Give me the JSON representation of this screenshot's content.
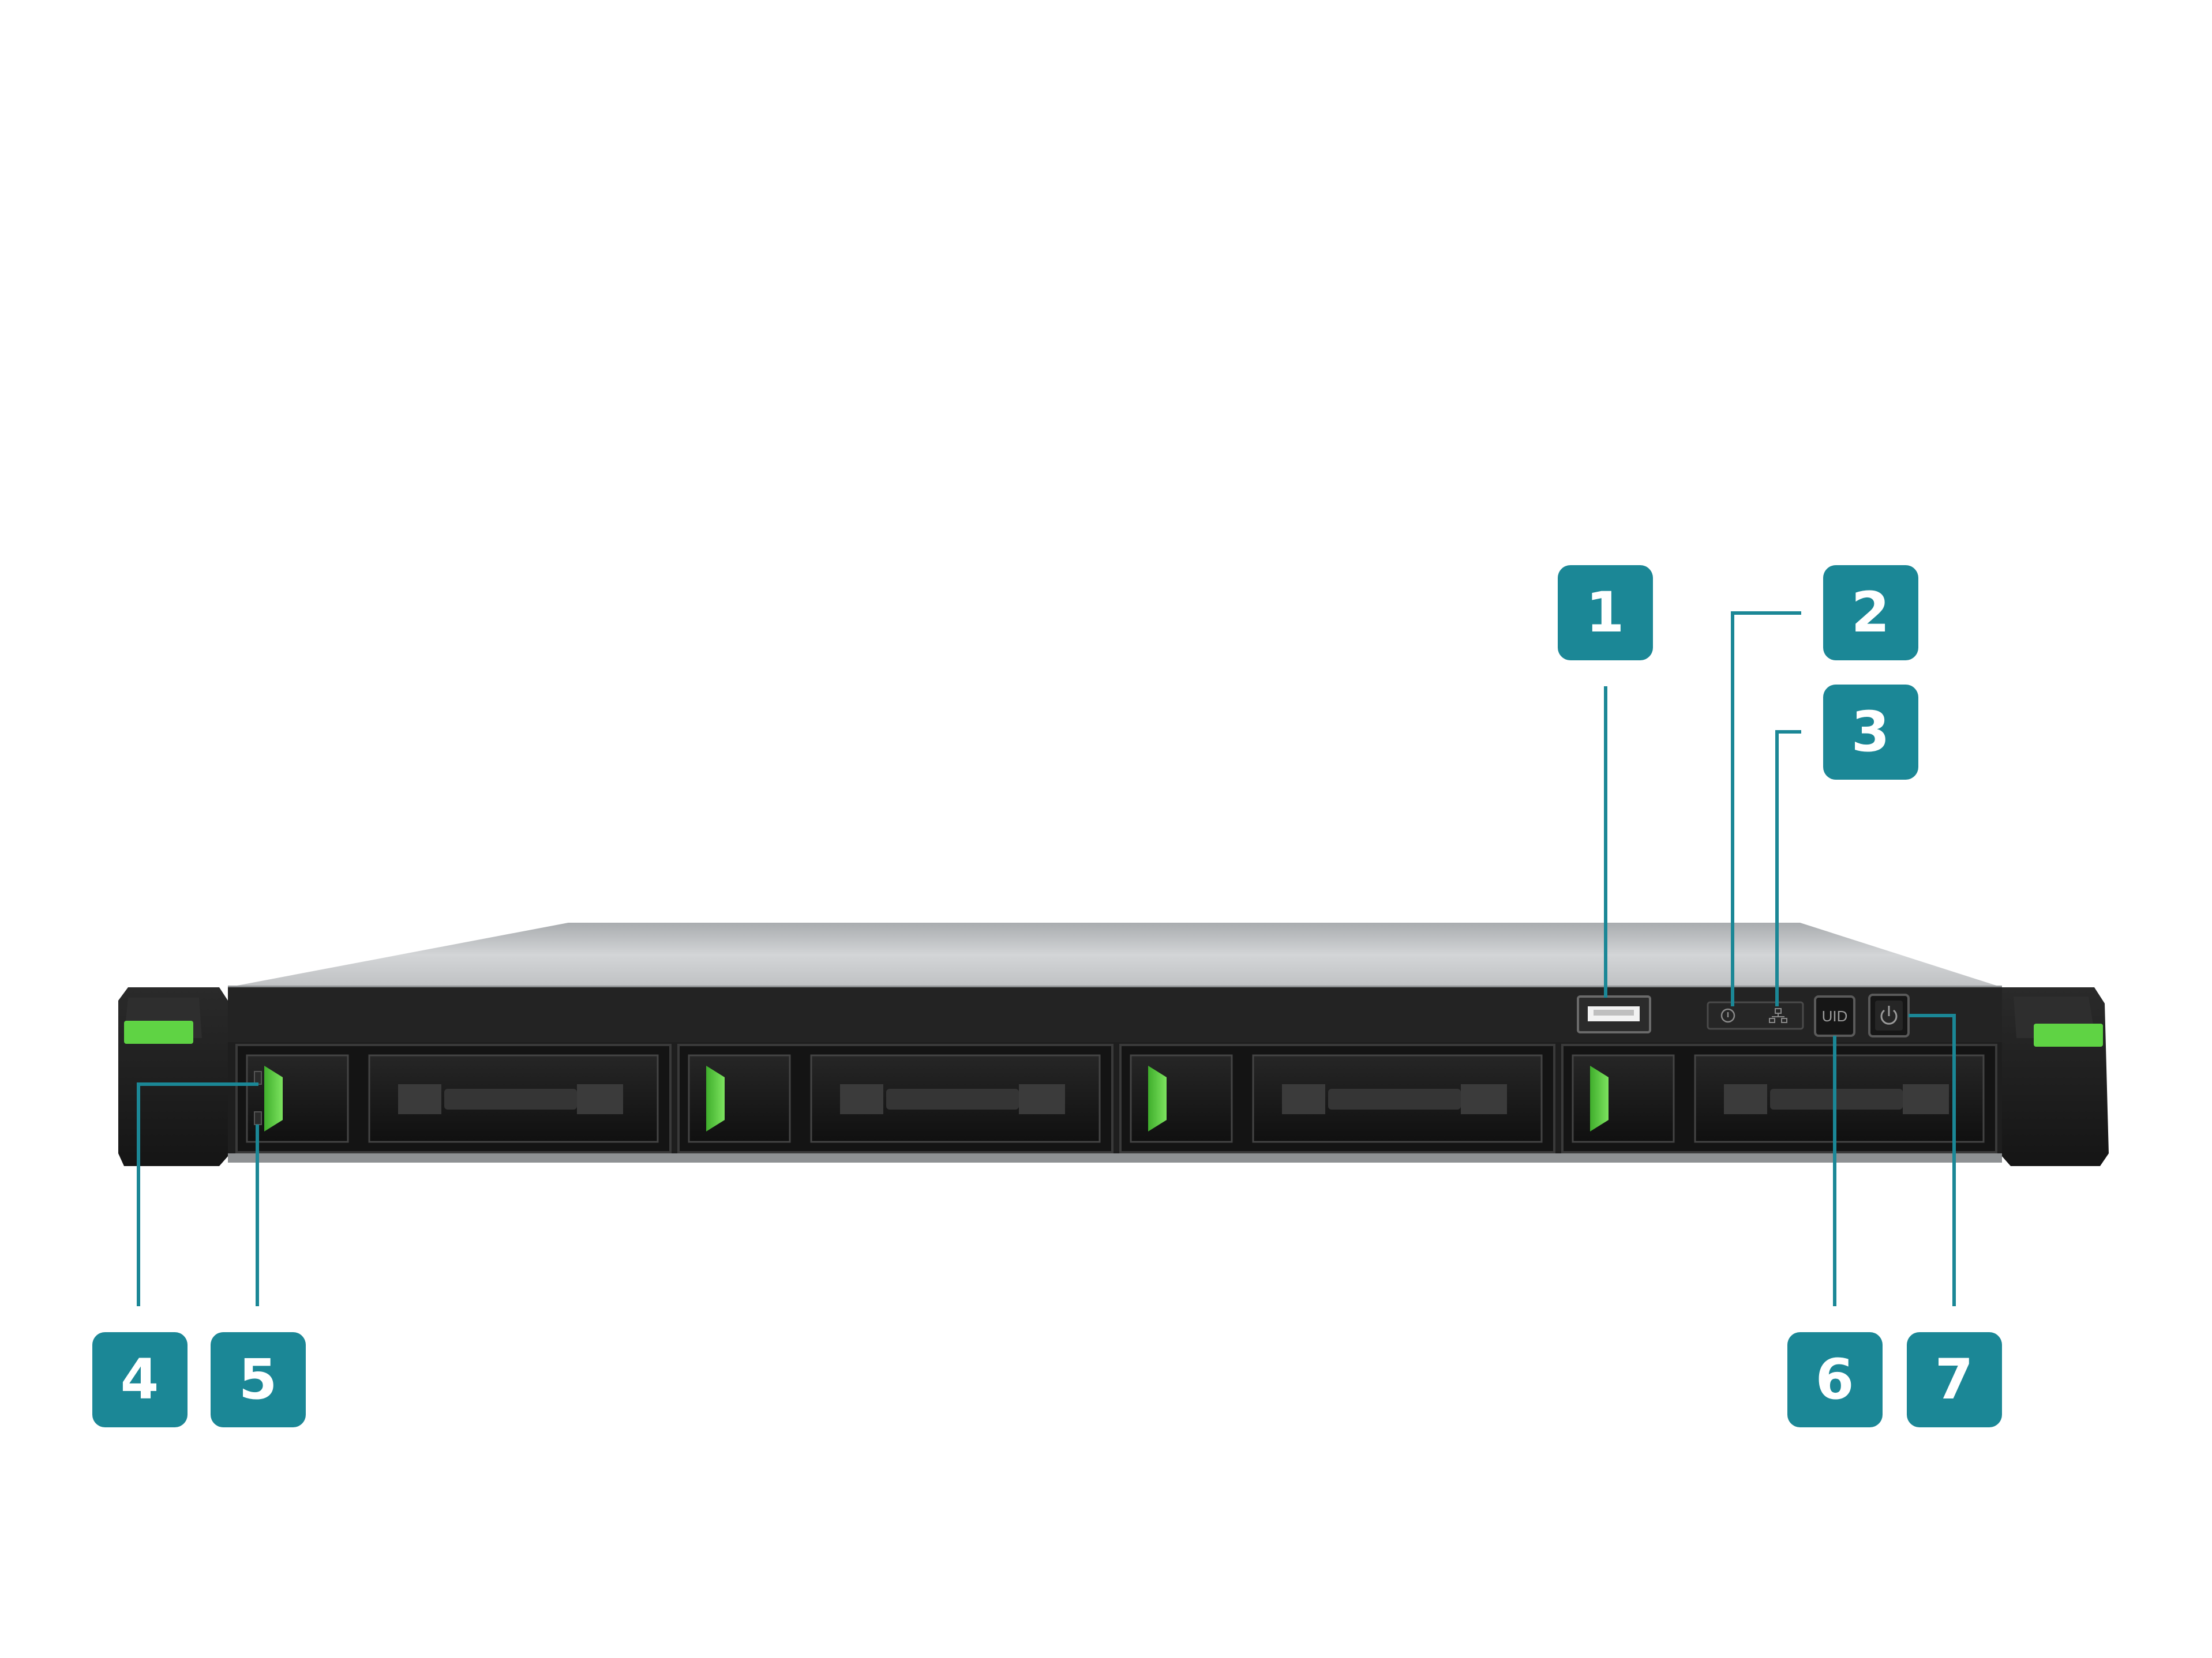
{
  "colors": {
    "badge": "#1b8796",
    "leader_line": "#1b8796",
    "accent_green": "#5fd344",
    "chassis_dark": "#1c1c1c",
    "top_cover": "#c8cacc"
  },
  "panel": {
    "uid_button_label": "UID",
    "icons": [
      "usb-port-icon",
      "status-led-icon",
      "lan-led-icon",
      "power-icon"
    ]
  },
  "callouts": [
    {
      "id": "c1",
      "label": "1"
    },
    {
      "id": "c2",
      "label": "2"
    },
    {
      "id": "c3",
      "label": "3"
    },
    {
      "id": "c4",
      "label": "4"
    },
    {
      "id": "c5",
      "label": "5"
    },
    {
      "id": "c6",
      "label": "6"
    },
    {
      "id": "c7",
      "label": "7"
    }
  ]
}
